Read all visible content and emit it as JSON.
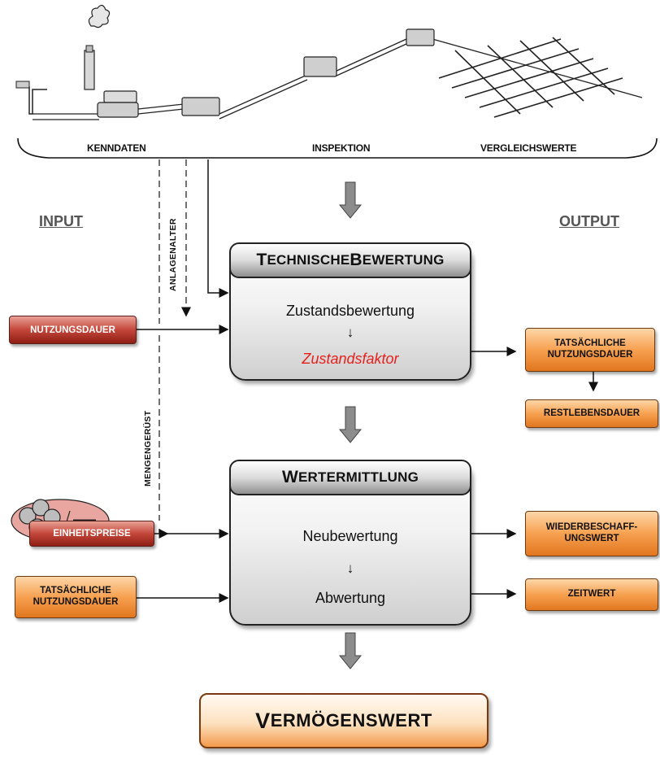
{
  "infrastructure": {
    "labels": [
      "KENNDATEN",
      "INSPEKTION",
      "VERGLEICHSWERTE"
    ]
  },
  "io_headers": {
    "input": "INPUT",
    "output": "OUTPUT"
  },
  "vertical_labels": {
    "anlagenalter": "ANLAGENALTER",
    "mengengeruest": "MENGENGERÜST"
  },
  "technische_bewertung": {
    "title_first": "T",
    "title_rest": "ECHNISCHE ",
    "title_first2": "B",
    "title_rest2": "EWERTUNG",
    "line1": "Zustandsbewertung",
    "arrow": "↓",
    "line2": "Zustandsfaktor",
    "line2_color": "#e8201c"
  },
  "wertermittlung": {
    "title_first": "W",
    "title_rest": "ERTERMITTLUNG",
    "line1": "Neubewertung",
    "arrow": "↓",
    "line2": "Abwertung"
  },
  "inputs": {
    "nutzungsdauer": "NUTZUNGSDAUER",
    "einheitspreise": "EINHEITSPREISE",
    "tatsaechliche_nd": "TATSÄCHLICHE NUTZUNGSDAUER"
  },
  "outputs": {
    "tatsaechliche_nd": "TATSÄCHLICHE NUTZUNGSDAUER",
    "restlebensdauer": "RESTLEBENSDAUER",
    "wiederbeschaffungswert": "WIEDERBESCHAFF-UNGSWERT",
    "zeitwert": "ZEITWERT"
  },
  "final": {
    "first": "V",
    "rest": "ERMÖGENSWERT"
  },
  "colors": {
    "red": "#c4463a",
    "orange": "#f7a150",
    "gray_arrow": "#8c8c8c"
  }
}
